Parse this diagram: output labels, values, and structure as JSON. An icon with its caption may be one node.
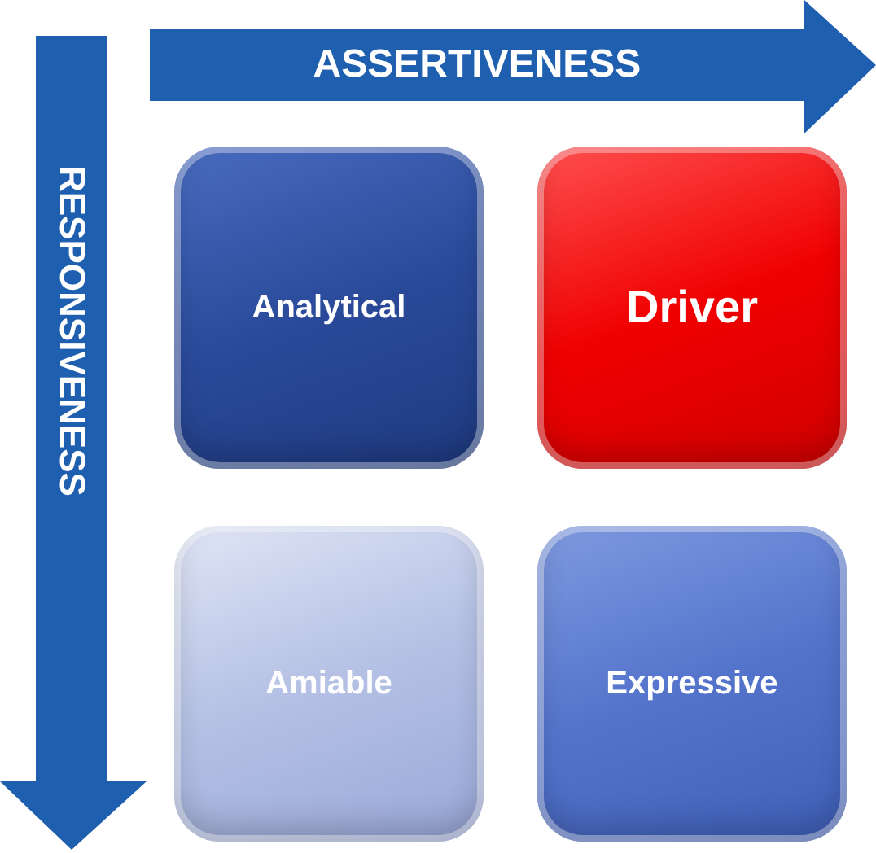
{
  "diagram": {
    "nodes": [
      {
        "text": [
          "ASSERTIVENESS"
        ]
      },
      {
        "text": [
          "RESPONSIVENESS"
        ]
      },
      {
        "text": [
          "Analytical"
        ]
      },
      {
        "text": [
          "Driver"
        ]
      },
      {
        "text": [
          "Amiable"
        ]
      },
      {
        "text": [
          "Expressive"
        ]
      }
    ]
  }
}
